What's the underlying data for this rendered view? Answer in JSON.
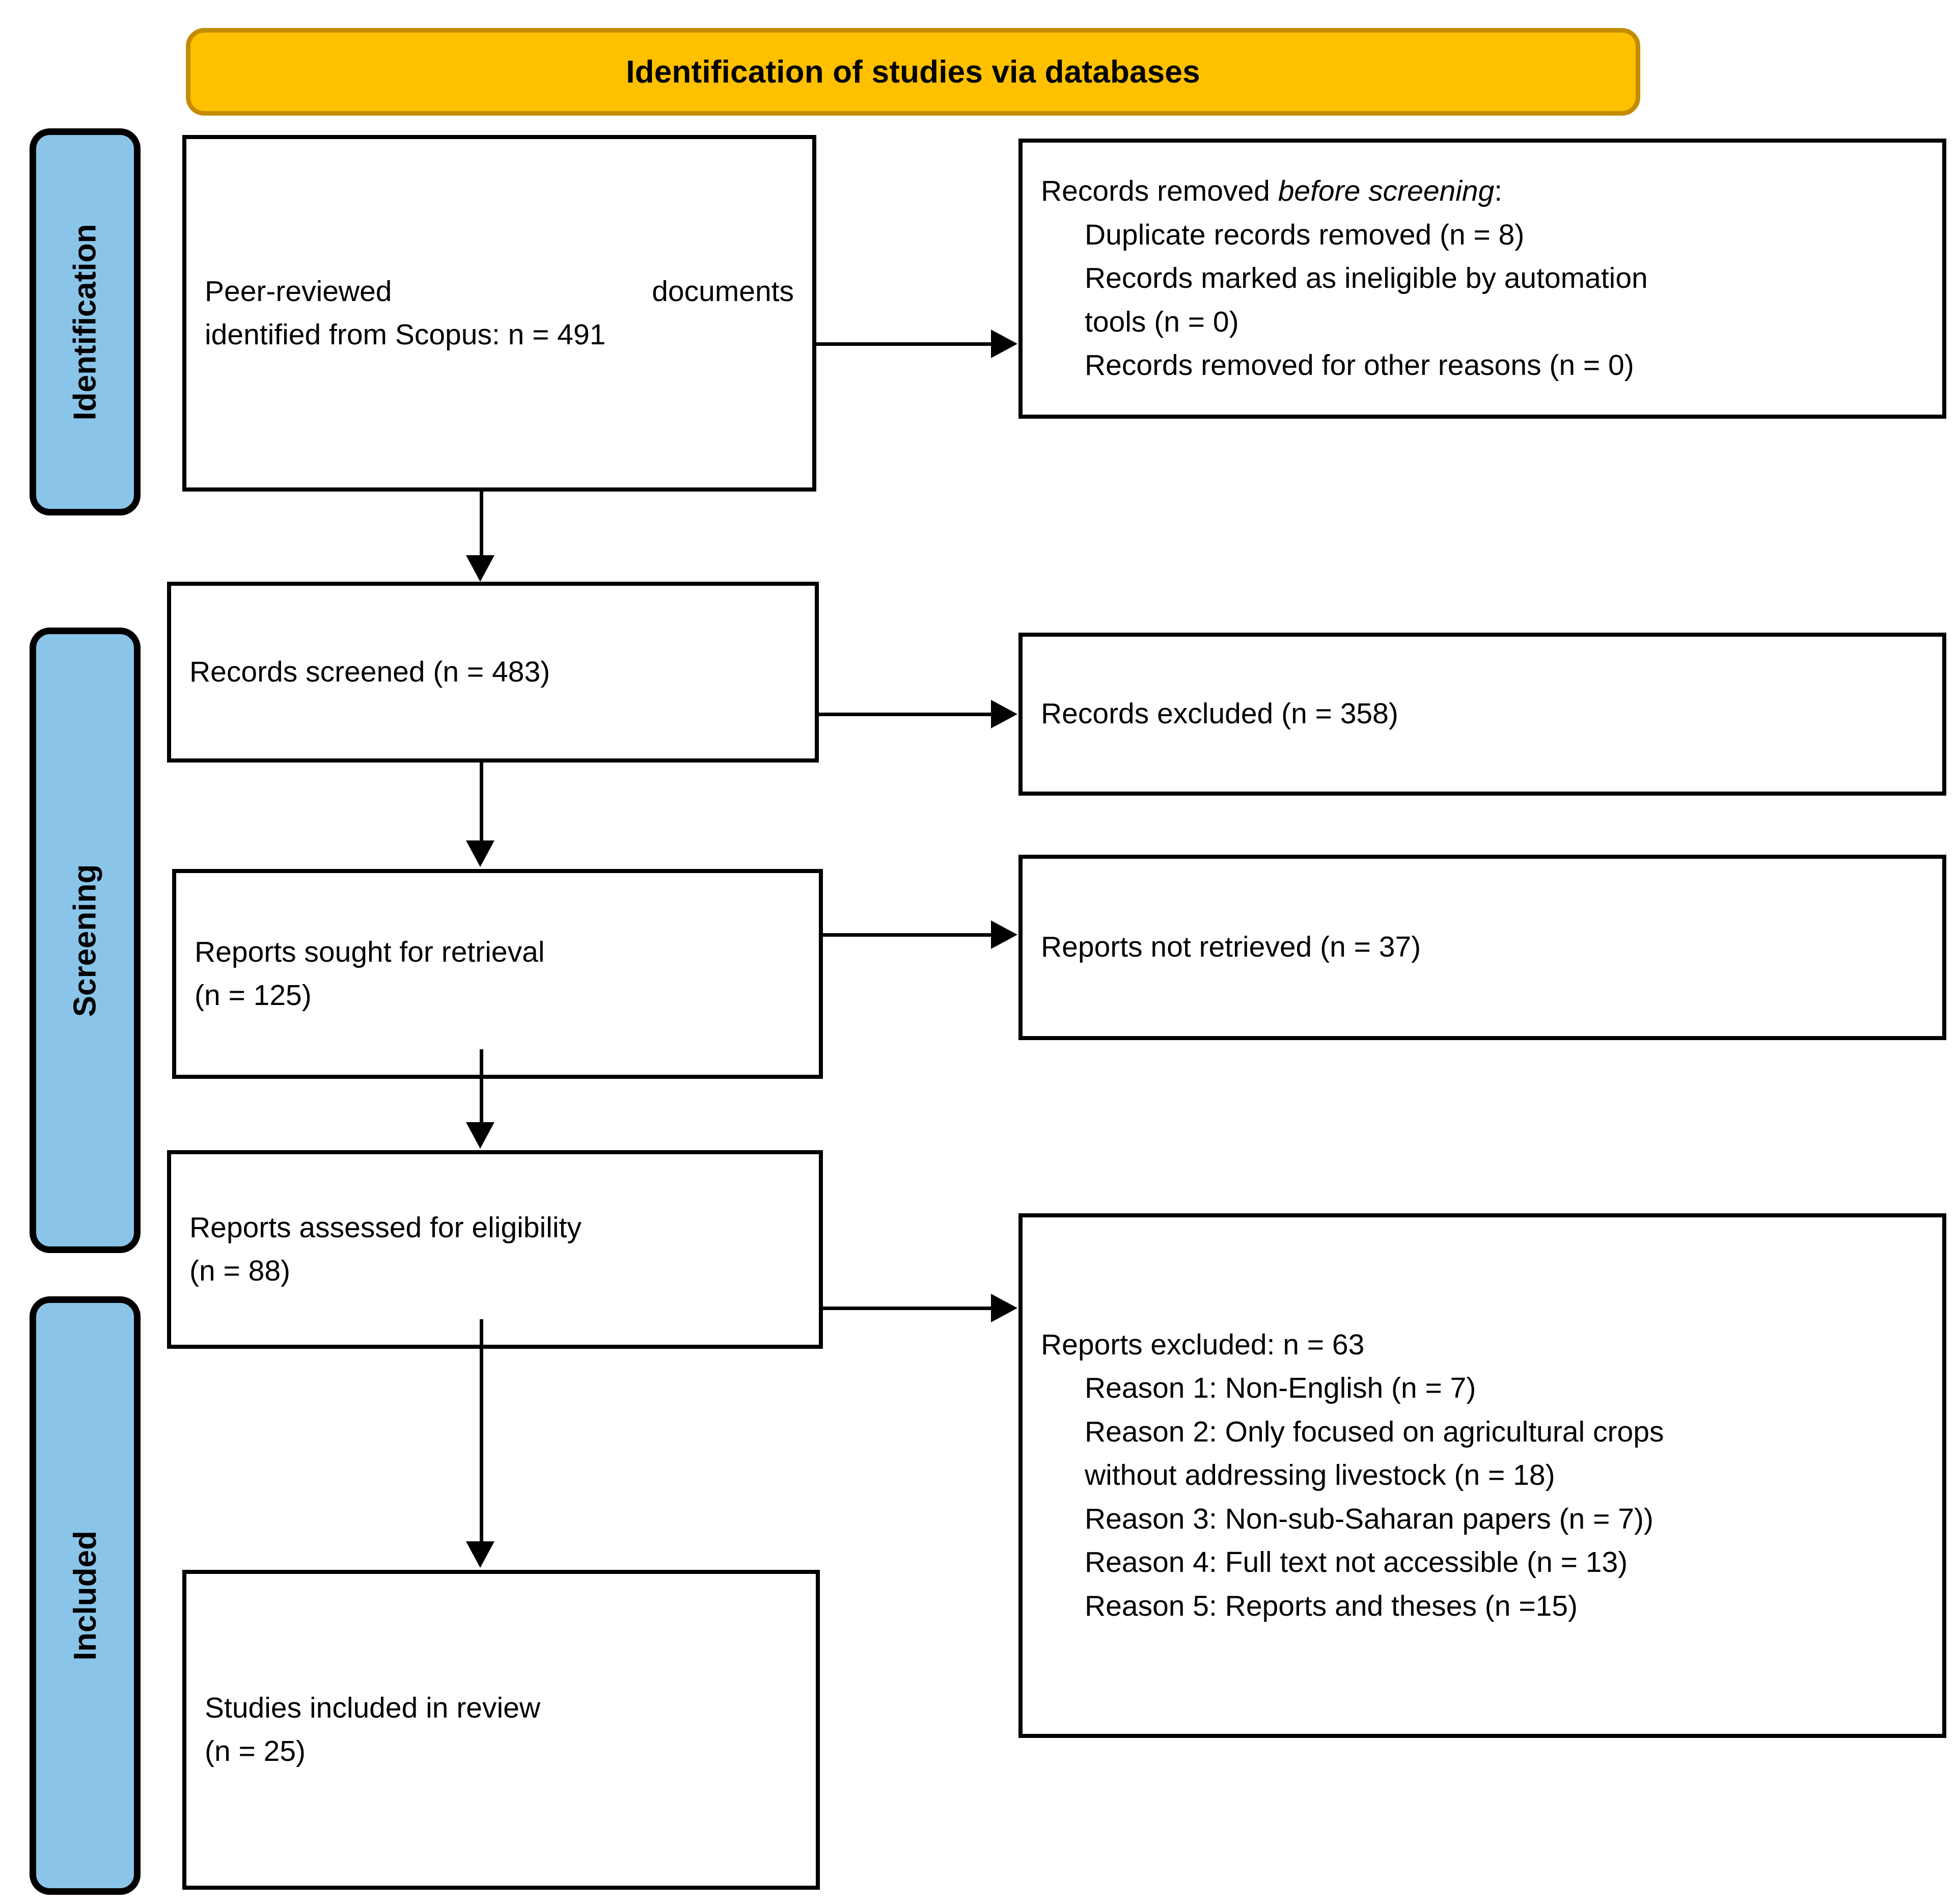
{
  "banner": {
    "title": "Identification of studies via databases",
    "fill": "#FFC000",
    "border": "#C38C00"
  },
  "phases": {
    "fill": "#8AC5E9",
    "items": [
      {
        "id": "identification",
        "label": "Identification"
      },
      {
        "id": "screening",
        "label": "Screening"
      },
      {
        "id": "included",
        "label": "Included"
      }
    ]
  },
  "flow": {
    "identified": {
      "line1": "Peer-reviewed documents",
      "line2": "identified from Scopus: n = 491"
    },
    "removed_before_screening": {
      "heading_prefix": "Records removed ",
      "heading_em": "before screening",
      "heading_suffix": ":",
      "items": [
        "Duplicate records removed (n = 8)",
        "Records marked as ineligible by automation",
        "tools (n = 0)",
        "Records removed for other reasons (n = 0)"
      ]
    },
    "screened": {
      "line1": "Records screened (n = 483)"
    },
    "records_excluded": {
      "line1": "Records excluded (n = 358)"
    },
    "sought": {
      "line1": "Reports sought for retrieval",
      "line2": "(n = 125)"
    },
    "not_retrieved": {
      "line1": "Reports not retrieved (n = 37)"
    },
    "assessed": {
      "line1": "Reports assessed for eligibility",
      "line2": "(n = 88)"
    },
    "reports_excluded": {
      "heading": "Reports excluded: n = 63",
      "reasons": [
        "Reason 1: Non-English (n = 7)",
        "Reason 2: Only focused on agricultural crops",
        "without addressing livestock (n = 18)",
        "Reason 3: Non-sub-Saharan papers (n = 7))",
        "Reason 4: Full text not accessible (n = 13)",
        "Reason 5: Reports and theses (n =15)"
      ]
    },
    "included": {
      "line1": "Studies included in review",
      "line2": "(n = 25)"
    }
  }
}
